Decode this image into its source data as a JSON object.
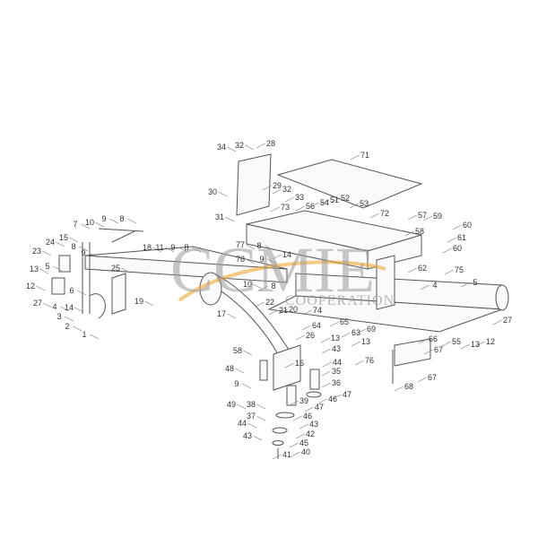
{
  "watermark": {
    "logo": "CCMIE",
    "subtitle": "COOPERATION",
    "arc_color": "#f0a830"
  },
  "callouts": [
    "34",
    "32",
    "28",
    "71",
    "30",
    "29",
    "32",
    "33",
    "31",
    "73",
    "56",
    "54",
    "51",
    "52",
    "53",
    "72",
    "10",
    "9",
    "8",
    "7",
    "18",
    "11",
    "9",
    "8",
    "24",
    "15",
    "23",
    "8",
    "9",
    "13",
    "5",
    "25",
    "12",
    "6",
    "27",
    "4",
    "19",
    "14",
    "3",
    "2",
    "1",
    "77",
    "8",
    "78",
    "9",
    "14",
    "10",
    "8",
    "17",
    "22",
    "21",
    "20",
    "26",
    "74",
    "64",
    "65",
    "13",
    "63",
    "57",
    "59",
    "60",
    "58",
    "61",
    "60",
    "62",
    "75",
    "4",
    "5",
    "27",
    "55",
    "13",
    "12",
    "69",
    "13",
    "66",
    "67",
    "76",
    "67",
    "68",
    "58",
    "48",
    "9",
    "49",
    "43",
    "44",
    "16",
    "35",
    "36",
    "47",
    "46",
    "47",
    "39",
    "38",
    "46",
    "37",
    "44",
    "43",
    "42",
    "43",
    "45",
    "40",
    "41"
  ]
}
